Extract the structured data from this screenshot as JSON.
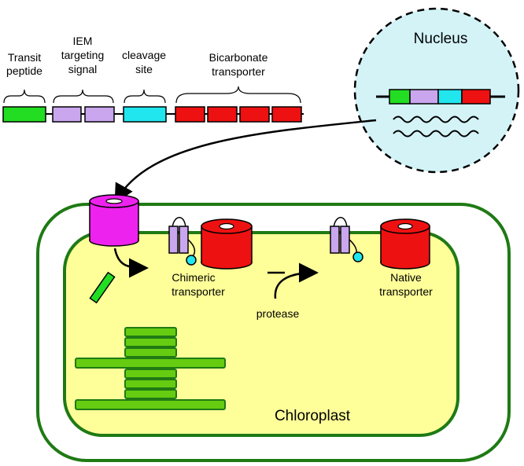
{
  "construct": {
    "labels": {
      "transit_line1": "Transit",
      "transit_line2": "peptide",
      "iem_line1": "IEM",
      "iem_line2": "targeting",
      "iem_line3": "signal",
      "cleavage_line1": "cleavage",
      "cleavage_line2": "site",
      "bicarb_line1": "Bicarbonate",
      "bicarb_line2": "transporter"
    }
  },
  "nucleus": {
    "title": "Nucleus"
  },
  "chloroplast": {
    "title": "Chloroplast",
    "chimeric_line1": "Chimeric",
    "chimeric_line2": "transporter",
    "protease": "protease",
    "native_line1": "Native",
    "native_line2": "transporter"
  },
  "colors": {
    "transit": "#22dd22",
    "iem": "#c9a6ee",
    "cleavage": "#22e6ee",
    "bicarbonate": "#ee1111",
    "nucleus_fill": "#d3f3f7",
    "stroma": "#ffff99",
    "chloroplast_border": "#1f7a14",
    "thylakoid": "#66cc11",
    "translocon": "#ee22ee"
  }
}
